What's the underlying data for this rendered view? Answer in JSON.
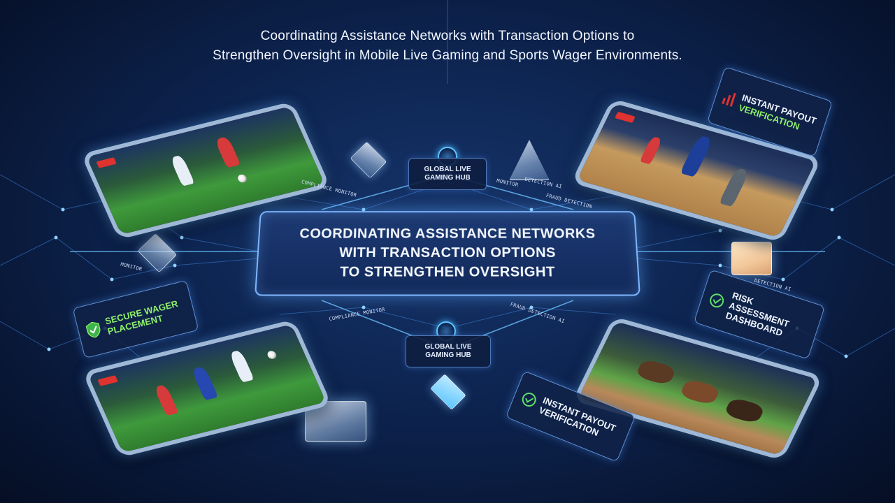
{
  "headline": {
    "line1": "Coordinating Assistance Networks with Transaction Options to",
    "line2": "Strengthen Oversight in Mobile Live Gaming and Sports Wager Environments."
  },
  "center_panel": {
    "line1": "Coordinating Assistance Networks",
    "line2": "with Transaction Options",
    "line3": "to Strengthen Oversight"
  },
  "hubs": {
    "top": {
      "line1": "Global Live",
      "line2": "Gaming Hub"
    },
    "bottom": {
      "line1": "Global Live",
      "line2": "Gaming Hub"
    }
  },
  "cards": {
    "secure": {
      "line1": "Secure Wager",
      "line2": "Placement",
      "icon": "check-shield-icon"
    },
    "risk": {
      "line1": "Risk Assessment",
      "line2": "Dashboard",
      "icon": "check-circle-icon"
    },
    "payout_top": {
      "line1": "Instant Payout",
      "line2": "Verification",
      "icon": "bar-chart-icon"
    },
    "payout_bottom": {
      "line1": "Instant Payout",
      "line2": "Verification",
      "icon": "check-circle-icon"
    }
  },
  "small_labels": {
    "compliance_monitor_top": "Compliance Monitor",
    "monitor_top": "Monitor",
    "detection_ai_top": "Detection AI",
    "fraud_detection_top": "Fraud Detection",
    "monitor_left": "Monitor",
    "detection_ai_right": "Detection AI",
    "compliance_monitor_bottom": "Compliance Monitor",
    "fraud_detection_bottom": "Fraud Detection AI"
  },
  "colors": {
    "accent_blue": "#5cc6ff",
    "accent_green": "#8ef06a",
    "live_red": "#e0322f",
    "background": "#0d2450"
  }
}
